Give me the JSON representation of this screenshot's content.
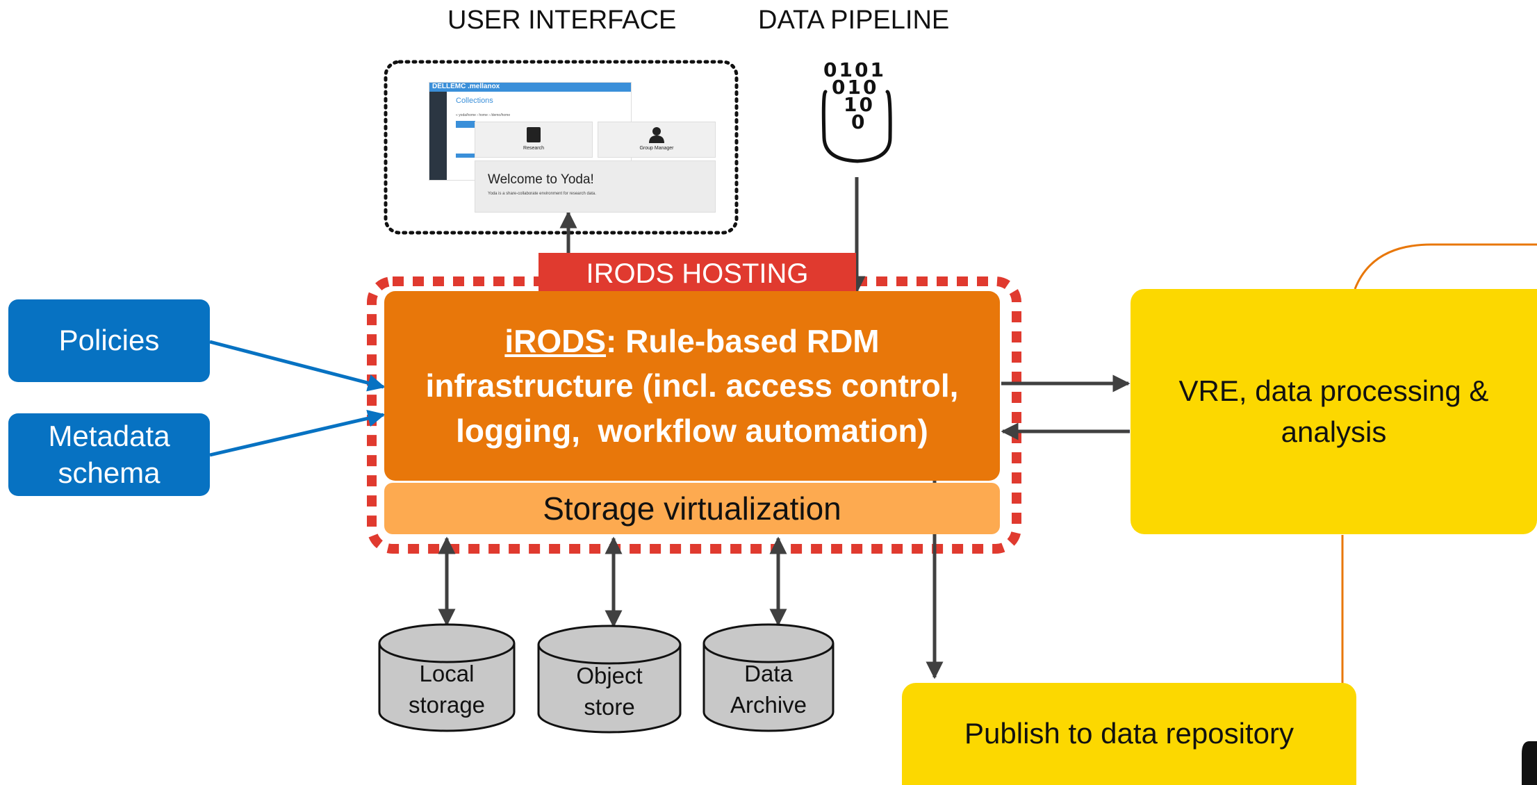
{
  "headers": {
    "user_interface": "USER INTERFACE",
    "data_pipeline": "DATA PIPELINE"
  },
  "ui_screenshot": {
    "brand": "DELLEMC .mellanox",
    "page_title": "Collections",
    "breadcrumb": "« yoda/home › home › /demo/home",
    "tiles": [
      "Research",
      "Group Manager"
    ],
    "welcome_title": "Welcome to Yoda!",
    "welcome_text": "Yoda is a share-collaborate environment for research data."
  },
  "pipeline_icon": {
    "binary_lines": [
      "0101",
      "010",
      "10",
      "0"
    ]
  },
  "hosting_label": "IRODS HOSTING",
  "irods": {
    "name": "iRODS",
    "line1_rest": ": Rule-based RDM",
    "line2": "infrastructure (incl. access control,",
    "line3": "logging,  workflow automation)"
  },
  "storage_virtualization": "Storage virtualization",
  "left_boxes": {
    "policies": "Policies",
    "metadata_line1": "Metadata",
    "metadata_line2": "schema"
  },
  "storage_backends": [
    {
      "line1": "Local",
      "line2": "storage"
    },
    {
      "line1": "Object",
      "line2": "store"
    },
    {
      "line1": "Data",
      "line2": "Archive"
    }
  ],
  "vre_box": {
    "line1": "VRE, data processing &",
    "line2": "analysis"
  },
  "publish_box": "Publish to data repository",
  "colors": {
    "irods_orange": "#e8770a",
    "storage_orange": "#fdaa50",
    "hosting_red": "#e03a2f",
    "policy_blue": "#0772c2",
    "yellow": "#fcd800",
    "cylinder_gray": "#c8c8c8",
    "arrow_gray": "#404040"
  }
}
